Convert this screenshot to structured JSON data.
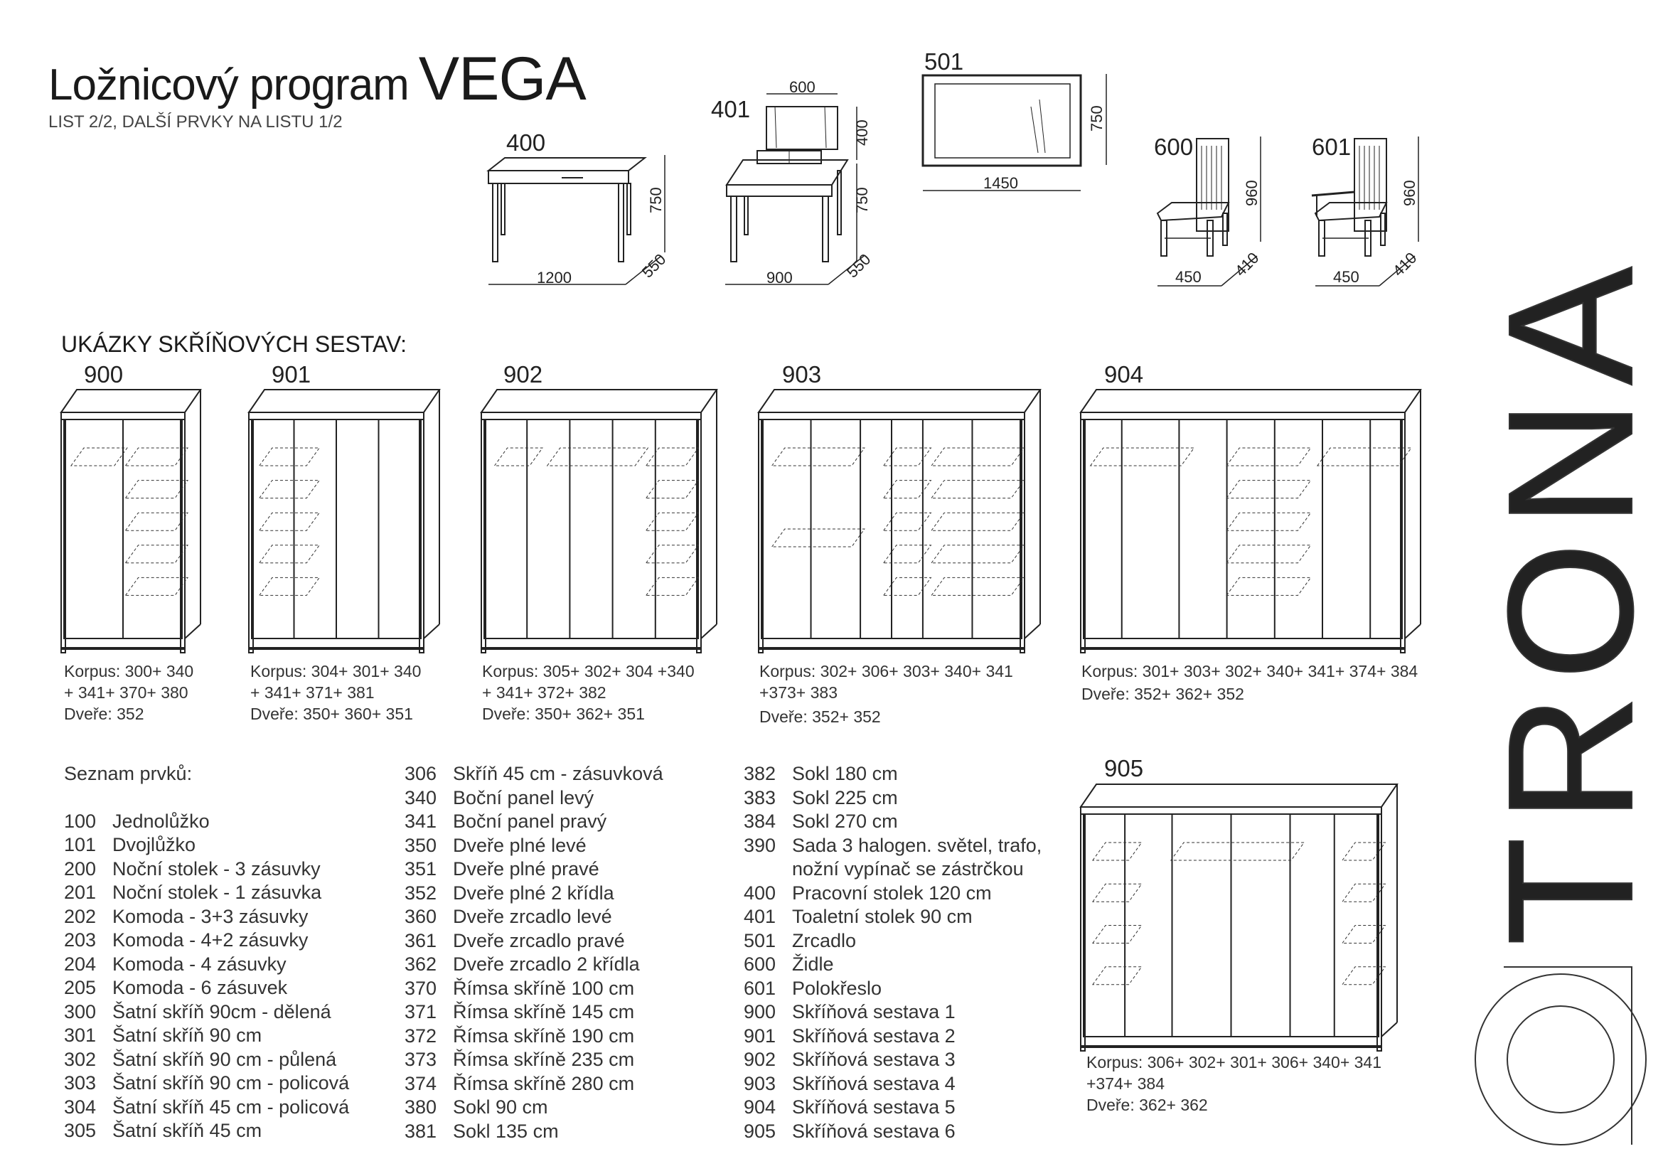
{
  "header": {
    "title": "Ložnicový program",
    "title_model": "VEGA",
    "subtitle": "LIST 2/2, DALŠÍ PRVKY NA LISTU 1/2"
  },
  "top_items": [
    {
      "code": "400",
      "dims": [
        "1200",
        "550",
        "750"
      ]
    },
    {
      "code": "401",
      "dims": [
        "600",
        "400",
        "750",
        "900",
        "550"
      ]
    },
    {
      "code": "501",
      "dims": [
        "750",
        "1450"
      ]
    },
    {
      "code": "600",
      "dims": [
        "960",
        "450",
        "410"
      ]
    },
    {
      "code": "601",
      "dims": [
        "960",
        "450",
        "410"
      ]
    }
  ],
  "section_title": "UKÁZKY SKŘÍŇOVÝCH SESTAV:",
  "sets": [
    {
      "code": "900",
      "lines": [
        "Korpus: 300+ 340",
        "+ 341+ 370+ 380",
        "Dveře: 352"
      ]
    },
    {
      "code": "901",
      "lines": [
        "Korpus: 304+ 301+ 340",
        "+ 341+ 371+ 381",
        "Dveře: 350+ 360+ 351"
      ]
    },
    {
      "code": "902",
      "lines": [
        "Korpus: 305+ 302+ 304 +340",
        "+ 341+ 372+ 382",
        "Dveře: 350+ 362+ 351"
      ]
    },
    {
      "code": "903",
      "lines": [
        "Korpus: 302+ 306+ 303+ 340+ 341",
        "+373+ 383",
        "Dveře: 352+ 352"
      ]
    },
    {
      "code": "904",
      "lines": [
        "Korpus: 301+ 303+ 302+ 340+ 341+ 374+ 384",
        "Dveře: 352+ 362+ 352"
      ]
    },
    {
      "code": "905",
      "lines": [
        "Korpus: 306+ 302+ 301+ 306+ 340+ 341",
        "+374+ 384",
        "Dveře: 362+ 362"
      ]
    }
  ],
  "list": {
    "heading": "Seznam prvků:",
    "col1": [
      {
        "n": "100",
        "t": "Jednolůžko"
      },
      {
        "n": "101",
        "t": "Dvojlůžko"
      },
      {
        "n": "200",
        "t": "Noční stolek - 3 zásuvky"
      },
      {
        "n": "201",
        "t": "Noční stolek - 1 zásuvka"
      },
      {
        "n": "202",
        "t": "Komoda - 3+3 zásuvky"
      },
      {
        "n": "203",
        "t": "Komoda - 4+2 zásuvky"
      },
      {
        "n": "204",
        "t": "Komoda - 4 zásuvky"
      },
      {
        "n": "205",
        "t": "Komoda - 6 zásuvek"
      },
      {
        "n": "300",
        "t": "Šatní skříň 90cm - dělená"
      },
      {
        "n": "301",
        "t": "Šatní skříň  90 cm"
      },
      {
        "n": "302",
        "t": "Šatní skříň  90 cm - půlená"
      },
      {
        "n": "303",
        "t": "Šatní skříň 90 cm - policová"
      },
      {
        "n": "304",
        "t": "Šatní skříň  45 cm  - policová"
      },
      {
        "n": "305",
        "t": "Šatní skříň 45 cm"
      }
    ],
    "col2": [
      {
        "n": "306",
        "t": "Skříň 45 cm - zásuvková"
      },
      {
        "n": "340",
        "t": "Boční panel levý"
      },
      {
        "n": "341",
        "t": "Boční panel pravý"
      },
      {
        "n": "350",
        "t": "Dveře plné levé"
      },
      {
        "n": "351",
        "t": "Dveře plné pravé"
      },
      {
        "n": "352",
        "t": "Dveře plné 2 křídla"
      },
      {
        "n": "360",
        "t": "Dveře zrcadlo levé"
      },
      {
        "n": "361",
        "t": "Dveře zrcadlo pravé"
      },
      {
        "n": "362",
        "t": "Dveře zrcadlo 2 křídla"
      },
      {
        "n": "370",
        "t": "Římsa skříně 100 cm"
      },
      {
        "n": "371",
        "t": "Římsa skříně 145 cm"
      },
      {
        "n": "372",
        "t": "Římsa skříně 190 cm"
      },
      {
        "n": "373",
        "t": "Římsa skříně 235 cm"
      },
      {
        "n": "374",
        "t": "Římsa skříně 280 cm"
      },
      {
        "n": "380",
        "t": "Sokl 90 cm"
      },
      {
        "n": "381",
        "t": "Sokl 135 cm"
      }
    ],
    "col3": [
      {
        "n": "382",
        "t": "Sokl 180 cm"
      },
      {
        "n": "383",
        "t": "Sokl 225 cm"
      },
      {
        "n": "384",
        "t": "Sokl 270 cm"
      },
      {
        "n": "390",
        "t": "Sada 3 halogen. světel, trafo,"
      },
      {
        "n": "",
        "t": "nožní vypínač se zástrčkou"
      },
      {
        "n": "400",
        "t": "Pracovní stolek 120 cm"
      },
      {
        "n": "401",
        "t": "Toaletní stolek 90 cm"
      },
      {
        "n": "501",
        "t": "Zrcadlo"
      },
      {
        "n": "600",
        "t": "Židle"
      },
      {
        "n": "601",
        "t": "Polokřeslo"
      },
      {
        "n": "900",
        "t": "Skříňová sestava 1"
      },
      {
        "n": "901",
        "t": "Skříňová sestava 2"
      },
      {
        "n": "902",
        "t": "Skříňová sestava 3"
      },
      {
        "n": "903",
        "t": "Skříňová sestava 4"
      },
      {
        "n": "904",
        "t": "Skříňová sestava 5"
      },
      {
        "n": "905",
        "t": "Skříňová sestava 6"
      }
    ]
  },
  "logo": {
    "text": "TRONA"
  }
}
